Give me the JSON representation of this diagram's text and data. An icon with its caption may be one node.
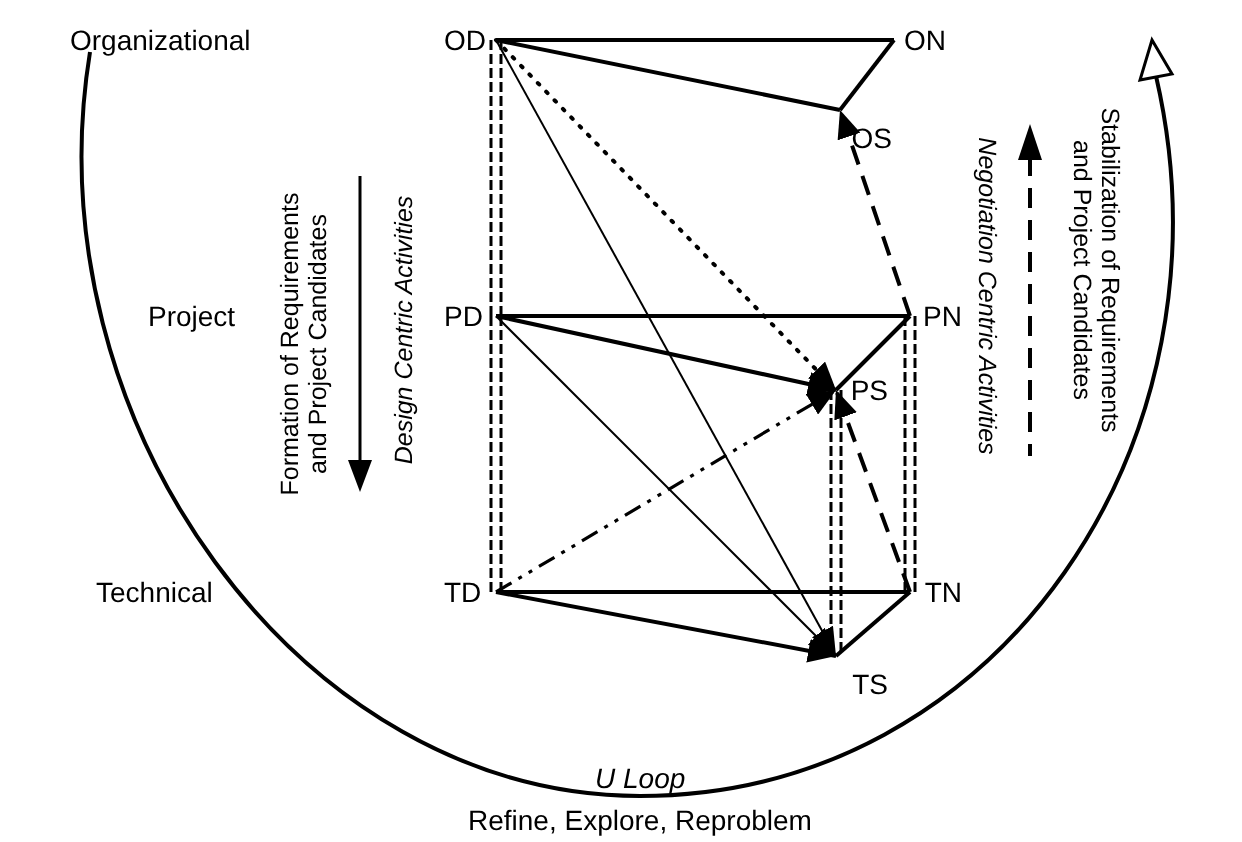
{
  "diagram": {
    "nodes": [
      {
        "text": [
          "OD"
        ]
      },
      {
        "text": [
          "ON"
        ]
      },
      {
        "text": [
          "OS"
        ]
      },
      {
        "text": [
          "PD"
        ]
      },
      {
        "text": [
          "PN"
        ]
      },
      {
        "text": [
          "PS"
        ]
      },
      {
        "text": [
          "TD"
        ]
      },
      {
        "text": [
          "TN"
        ]
      },
      {
        "text": [
          "TS"
        ]
      }
    ],
    "edges": [
      {
        "from": 0,
        "to": 1,
        "arrow": "none"
      },
      {
        "from": 0,
        "to": 2,
        "arrow": "none"
      },
      {
        "from": 1,
        "to": 2,
        "arrow": "none"
      },
      {
        "from": 0,
        "to": 3,
        "arrow": "none",
        "style": "dashed"
      },
      {
        "from": 3,
        "to": 6,
        "arrow": "none",
        "style": "dashed"
      },
      {
        "from": 4,
        "to": 7,
        "arrow": "none",
        "style": "dashed"
      },
      {
        "from": 5,
        "to": 8,
        "arrow": "none",
        "style": "dashed"
      },
      {
        "from": 3,
        "to": 4,
        "arrow": "none"
      },
      {
        "from": 3,
        "to": 5,
        "arrow": "to"
      },
      {
        "from": 4,
        "to": 5,
        "arrow": "none"
      },
      {
        "from": 6,
        "to": 7,
        "arrow": "none"
      },
      {
        "from": 6,
        "to": 8,
        "arrow": "to"
      },
      {
        "from": 7,
        "to": 8,
        "arrow": "none"
      },
      {
        "from": 0,
        "to": 5,
        "arrow": "to",
        "style": "dashed"
      },
      {
        "from": 0,
        "to": 8,
        "arrow": "to"
      },
      {
        "from": 3,
        "to": 8,
        "arrow": "to"
      },
      {
        "from": 6,
        "to": 5,
        "arrow": "to",
        "style": "dashed"
      },
      {
        "from": 7,
        "to": 5,
        "arrow": "to",
        "style": "dashed"
      },
      {
        "from": 4,
        "to": 2,
        "arrow": "to",
        "style": "dashed"
      }
    ],
    "labels": [
      "Organizational",
      "Project",
      "Technical",
      "Formation of Requirements and Project Candidates",
      "Design Centric Activities",
      "Negotiation Centric Activities",
      "Stabilization of Requirements and Project Candidates",
      "U Loop",
      "Refine, Explore, Reproblem"
    ]
  }
}
